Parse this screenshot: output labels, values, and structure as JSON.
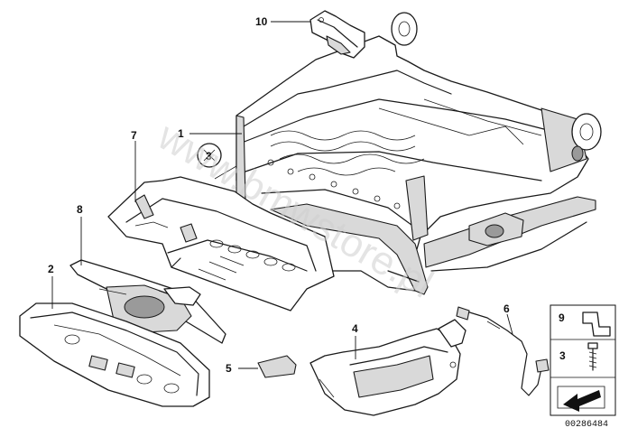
{
  "diagram": {
    "callouts": [
      "1",
      "2",
      "3",
      "4",
      "5",
      "6",
      "7",
      "8",
      "9",
      "10"
    ],
    "legend_items": [
      "9",
      "3"
    ],
    "watermark": "www.bmwstore.pl",
    "document_number": "00286484"
  }
}
